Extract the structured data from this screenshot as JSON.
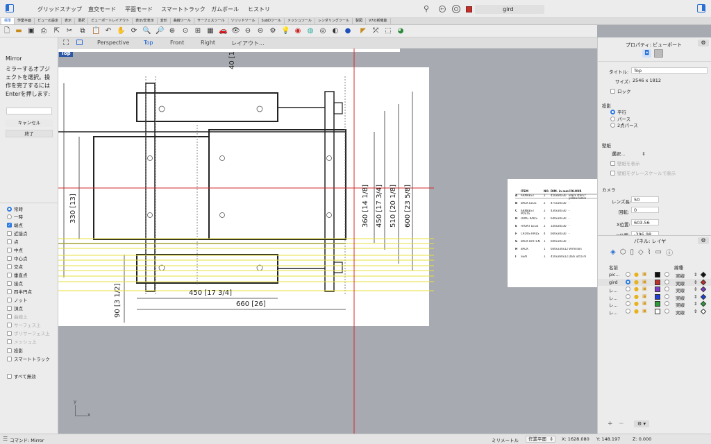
{
  "menu": {
    "items": [
      "グリッドスナップ",
      "直交モード",
      "平面モード",
      "スマートトラック",
      "ガムボール",
      "ヒストリ"
    ],
    "layer_name": "gird"
  },
  "tabs": [
    "標準",
    "作業平面",
    "ビューの設定",
    "表示",
    "選択",
    "ビューポートレイアウト",
    "表示/非表示",
    "変形",
    "曲線ツール",
    "サーフェスツール",
    "ソリッドツール",
    "SubDツール",
    "メッシュツール",
    "レンダリングツール",
    "製図",
    "V7の新機能"
  ],
  "viewport": {
    "tabs": [
      "Perspective",
      "Top",
      "Front",
      "Right",
      "レイアウト..."
    ],
    "active_label": "Top",
    "axis_y": "y",
    "axis_x": "x"
  },
  "left_panel": {
    "command_title": "Mirror",
    "prompt": "ミラーするオブジェクトを選択。操作を完了するにはEnterを押します:",
    "cancel_label": "キャンセル",
    "done_label": "終了",
    "snaps": [
      {
        "label": "常時",
        "type": "radio",
        "on": true,
        "disabled": false
      },
      {
        "label": "一時",
        "type": "radio",
        "on": false,
        "disabled": false
      },
      {
        "label": "端点",
        "type": "check",
        "on": true,
        "disabled": false
      },
      {
        "label": "近接点",
        "type": "check",
        "on": false,
        "disabled": false
      },
      {
        "label": "点",
        "type": "check",
        "on": false,
        "disabled": false
      },
      {
        "label": "中点",
        "type": "check",
        "on": false,
        "disabled": false
      },
      {
        "label": "中心点",
        "type": "check",
        "on": false,
        "disabled": false
      },
      {
        "label": "交点",
        "type": "check",
        "on": false,
        "disabled": false
      },
      {
        "label": "垂直点",
        "type": "check",
        "on": false,
        "disabled": false
      },
      {
        "label": "接点",
        "type": "check",
        "on": false,
        "disabled": false
      },
      {
        "label": "四半円点",
        "type": "check",
        "on": false,
        "disabled": false
      },
      {
        "label": "ノット",
        "type": "check",
        "on": false,
        "disabled": false
      },
      {
        "label": "頂点",
        "type": "check",
        "on": false,
        "disabled": false
      },
      {
        "label": "曲線上",
        "type": "check",
        "on": false,
        "disabled": true
      },
      {
        "label": "サーフェス上",
        "type": "check",
        "on": false,
        "disabled": true
      },
      {
        "label": "ポリサーフェス上",
        "type": "check",
        "on": false,
        "disabled": true
      },
      {
        "label": "メッシュ上",
        "type": "check",
        "on": false,
        "disabled": true
      },
      {
        "label": "投影",
        "type": "check",
        "on": false,
        "disabled": false
      },
      {
        "label": "スマートトラック",
        "type": "check",
        "on": false,
        "disabled": false
      }
    ],
    "disable_all_label": "すべて無効"
  },
  "drawing": {
    "dims": [
      "40 [1",
      "330 [13]",
      "360 [14 1/8]",
      "450 [17 3/4]",
      "510 [20 1/8]",
      "600 [23 5/8]",
      "450 [17 3/4]",
      "660 [26]",
      "90 [3 1/2]"
    ],
    "table": {
      "headers": [
        "ITEM",
        "NO.",
        "DIM. in mm",
        "COLOUR"
      ],
      "rows": [
        [
          "A",
          "ARMREST",
          "2",
          "450x90x30",
          "Black stain f yellow lamin"
        ],
        [
          "B",
          "BACK LEGS",
          "2",
          "475x30x30",
          "-"
        ],
        [
          "C",
          "ARMREST POSTS",
          "2",
          "430x30x30",
          "-"
        ],
        [
          "D",
          "LONG RAILS",
          "2",
          "640x30x30",
          "-"
        ],
        [
          "E",
          "FRONT LEGS",
          "2",
          "330x30x30",
          "-"
        ],
        [
          "F",
          "CROSS RAILS",
          "4",
          "600x30x30",
          "-"
        ],
        [
          "G",
          "BACK BATTEN",
          "1",
          "600x30x30",
          "-"
        ],
        [
          "H",
          "BACK",
          "1",
          "600x330x12",
          "Vermilion"
        ],
        [
          "I",
          "SEAT",
          "1",
          "450x360x12",
          "Dark ultra m"
        ]
      ]
    }
  },
  "properties": {
    "title": "プロパティ: ビューポート",
    "title_label": "タイトル:",
    "title_value": "Top",
    "size_label": "サイズ:",
    "size_value": "2546 x 1812",
    "lock_label": "ロック",
    "projection_heading": "投影",
    "projection_options": [
      "平行",
      "パース",
      "2点パース"
    ],
    "wallpaper_heading": "壁紙",
    "wallpaper_select": "選択...",
    "wallpaper_show": "壁紙を表示",
    "wallpaper_gray": "壁紙をグレースケールで表示",
    "camera_heading": "カメラ",
    "lens_label": "レンズ長:",
    "lens_value": "50",
    "rotation_label": "回転:",
    "rotation_value": "0",
    "xpos_label": "X位置:",
    "xpos_value": "603.56",
    "ypos_label": "Y位置:",
    "ypos_value": "-396.98"
  },
  "layers": {
    "title": "パネル: レイヤ",
    "col_name": "名前",
    "col_linetype": "線種",
    "rows": [
      {
        "name": "pic...",
        "color": "#111111",
        "linetype": "実線",
        "current": false,
        "diamond": "#111111"
      },
      {
        "name": "gird",
        "color": "#c0302a",
        "linetype": "実線",
        "current": true,
        "diamond": "#c0302a"
      },
      {
        "name": "レ...",
        "color": "#7d3cc8",
        "linetype": "実線",
        "current": false,
        "diamond": "#7d3cc8"
      },
      {
        "name": "レ...",
        "color": "#1f3fd8",
        "linetype": "実線",
        "current": false,
        "diamond": "#1f3fd8"
      },
      {
        "name": "レ...",
        "color": "#2c9b3a",
        "linetype": "実線",
        "current": false,
        "diamond": "#2c9b3a"
      },
      {
        "name": "レ...",
        "color": "#ffffff",
        "linetype": "実線",
        "current": false,
        "diamond": "#ffffff"
      }
    ]
  },
  "status": {
    "command": "コマンド: Mirror",
    "units": "ミリメートル",
    "cplane": "作業平面",
    "x": "X: 1628.080",
    "y": "Y: 148.197",
    "z": "Z: 0.000"
  }
}
